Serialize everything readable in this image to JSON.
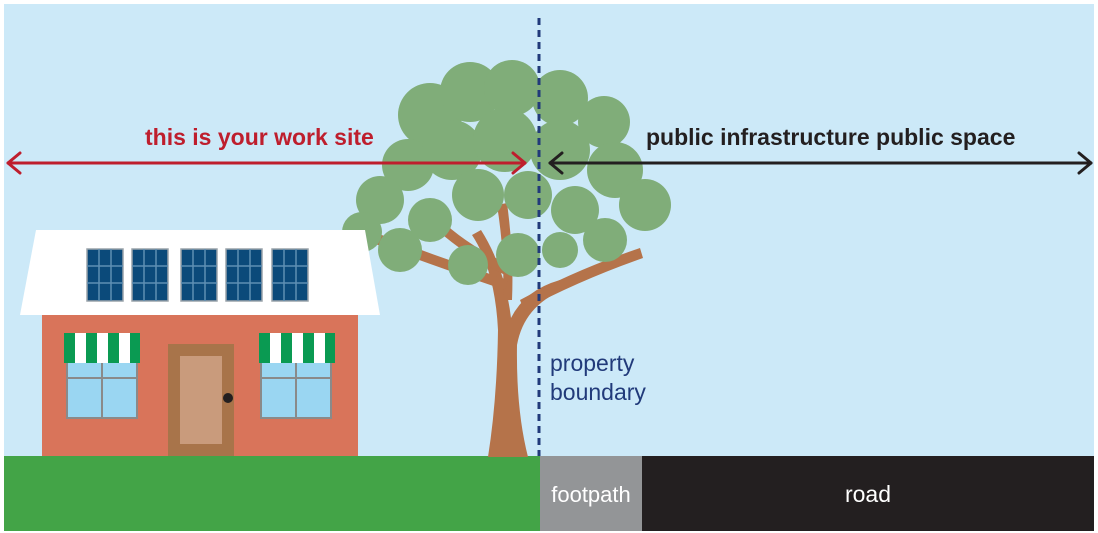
{
  "labels": {
    "work_site": "this is your work site",
    "public_space": "public infrastructure public space",
    "boundary_line1": "property",
    "boundary_line2": "boundary",
    "footpath": "footpath",
    "road": "road"
  },
  "colors": {
    "sky": "#cce9f8",
    "grass": "#43a447",
    "footpath": "#939597",
    "road": "#231f20",
    "work_arrow": "#be1e2d",
    "public_arrow": "#231f20",
    "boundary": "#213a7a",
    "house_wall": "#d9745a",
    "roof": "#ffffff",
    "solar_panel": "#0b4a7a",
    "awning_green": "#0a9a52",
    "door": "#a8744a",
    "tree_canopy": "#80ad79",
    "tree_trunk": "#b5734a",
    "window": "#9ad6f2",
    "label_light": "#ffffff"
  },
  "icons": {
    "house": "house-icon",
    "tree": "tree-icon",
    "solar_panels": "solar-panel-icon"
  }
}
